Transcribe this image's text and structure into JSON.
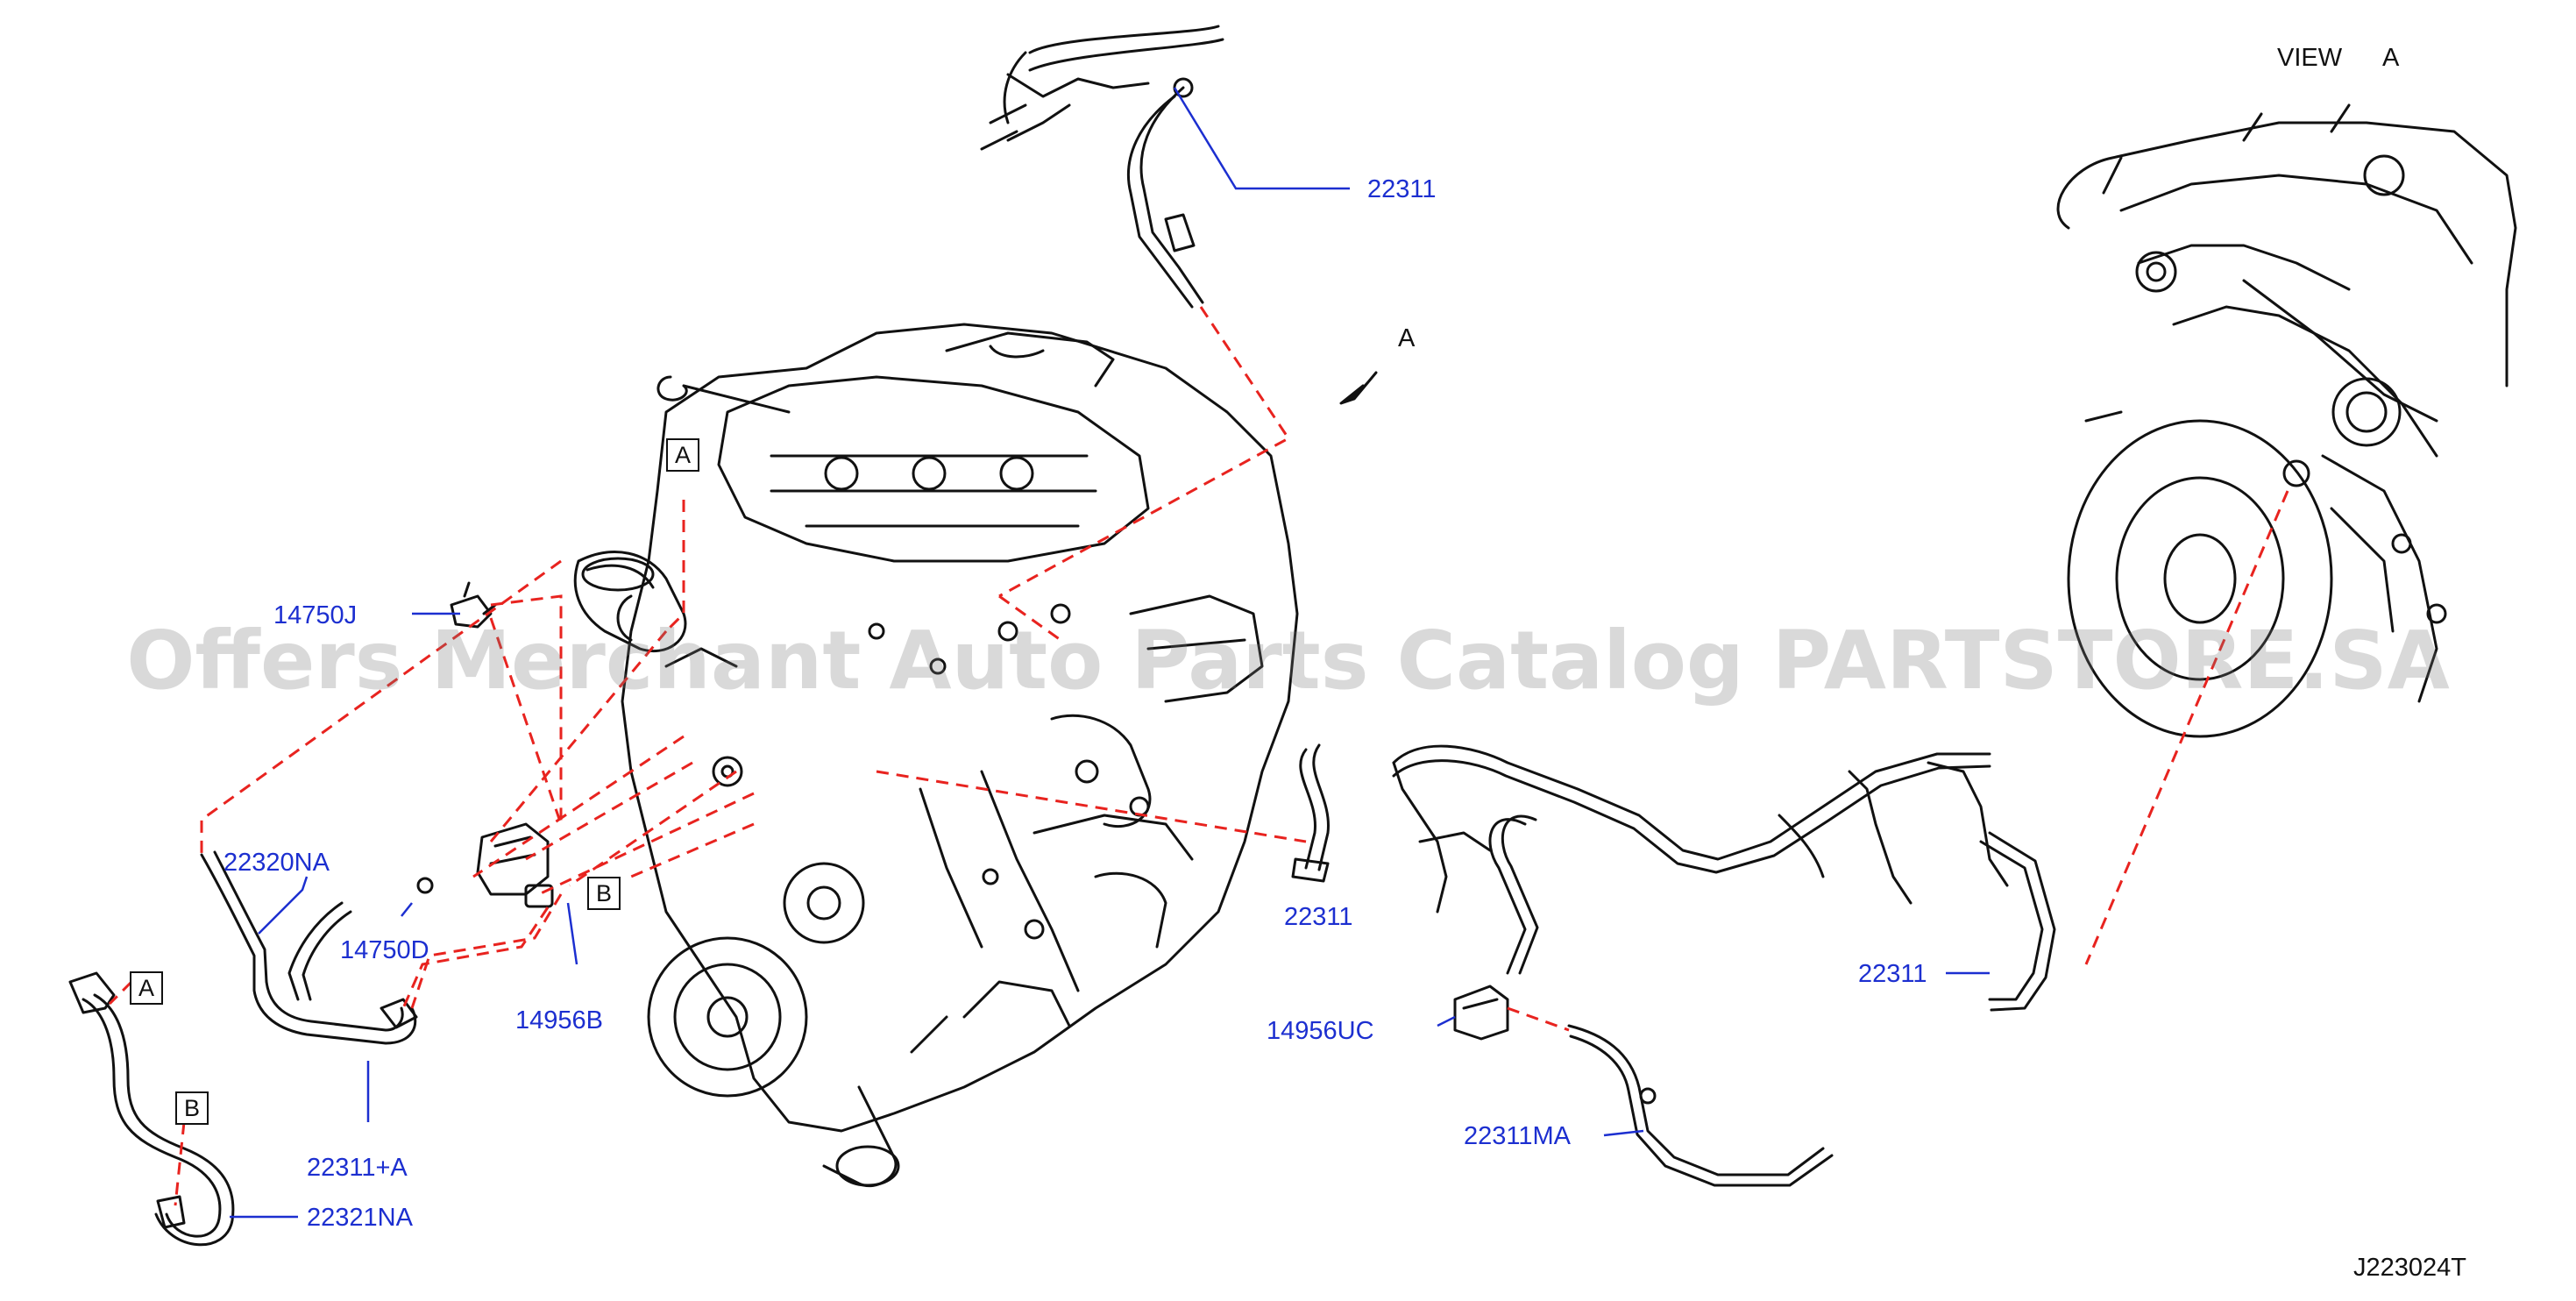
{
  "header": {
    "view_label": "VIEW",
    "view_letter": "A"
  },
  "view_arrow_label": "A",
  "watermark": "Offers Merchant Auto Parts Catalog PARTSTORE.SA",
  "drawing_id": "J223024T",
  "colors": {
    "part_label": "#1c2fd0",
    "leader_dash": "#e8231f",
    "line": "#111111"
  },
  "callout_boxes": [
    "A",
    "B",
    "A",
    "B"
  ],
  "part_labels": {
    "p22311_top": "22311",
    "p14750J": "14750J",
    "p22320NA": "22320NA",
    "p14750D": "14750D",
    "p14956B": "14956B",
    "p22311_mid": "22311",
    "p22311_plus_a": "22311+A",
    "p22321NA": "22321NA",
    "p14956UC": "14956UC",
    "p22311MA": "22311MA",
    "p22311_right": "22311"
  }
}
